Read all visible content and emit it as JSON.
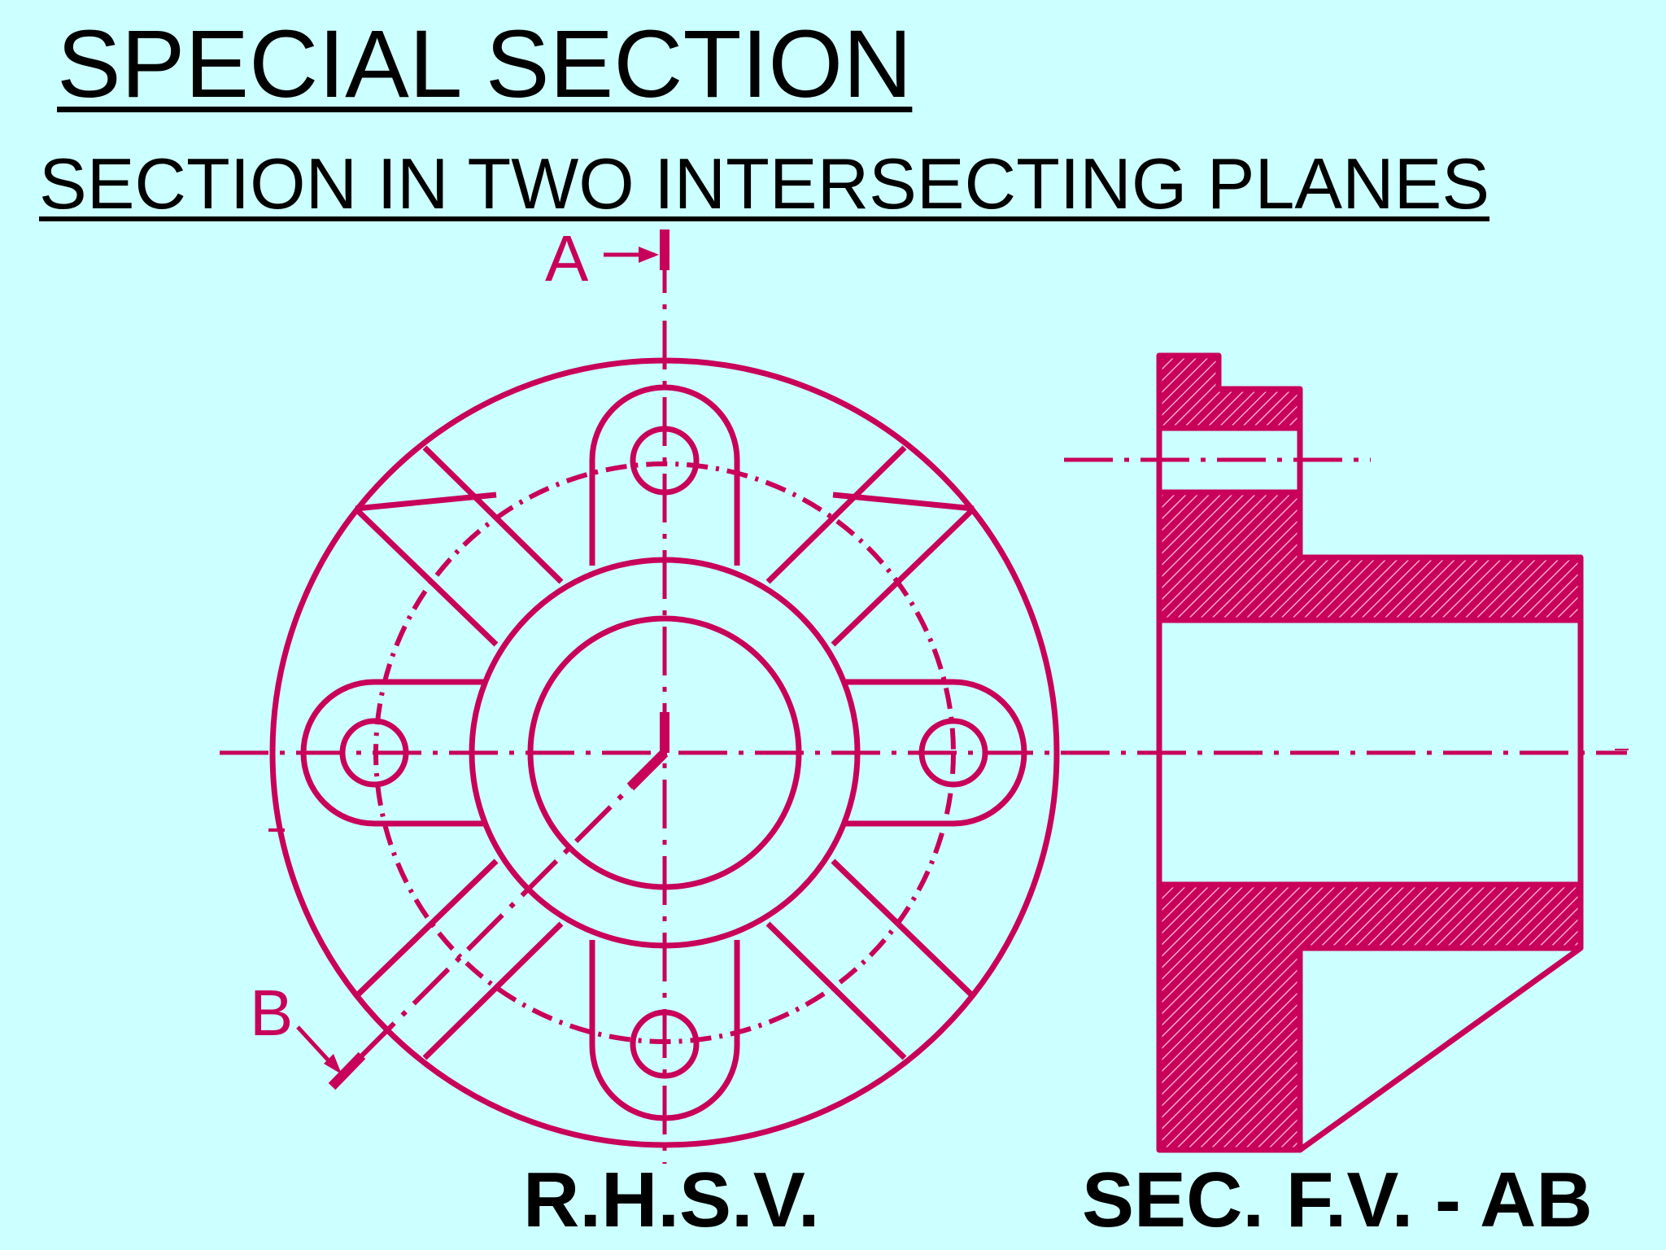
{
  "title": "SPECIAL SECTION",
  "subtitle": "SECTION IN TWO INTERSECTING PLANES",
  "cutting_plane_labels": {
    "a": "A",
    "b": "B"
  },
  "views": {
    "side_view_label": "R.H.S.V.",
    "section_view_label": "SEC. F.V. - AB"
  },
  "colors": {
    "background": "#ccffff",
    "drawing": "#c8005a",
    "text": "#000000"
  }
}
